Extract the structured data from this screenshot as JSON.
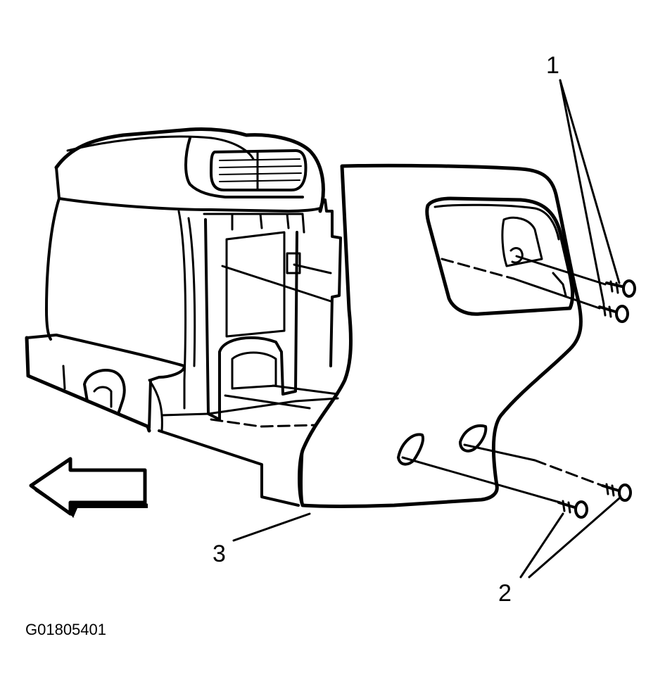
{
  "figure": {
    "id_label": "G01805401",
    "callouts": [
      {
        "number": "1",
        "part": "screws-upper"
      },
      {
        "number": "2",
        "part": "screws-lower"
      },
      {
        "number": "3",
        "part": "console-side-trim-panel"
      }
    ]
  },
  "arrow": {
    "icon": "arrow-left-icon",
    "meaning": "front-of-vehicle"
  }
}
